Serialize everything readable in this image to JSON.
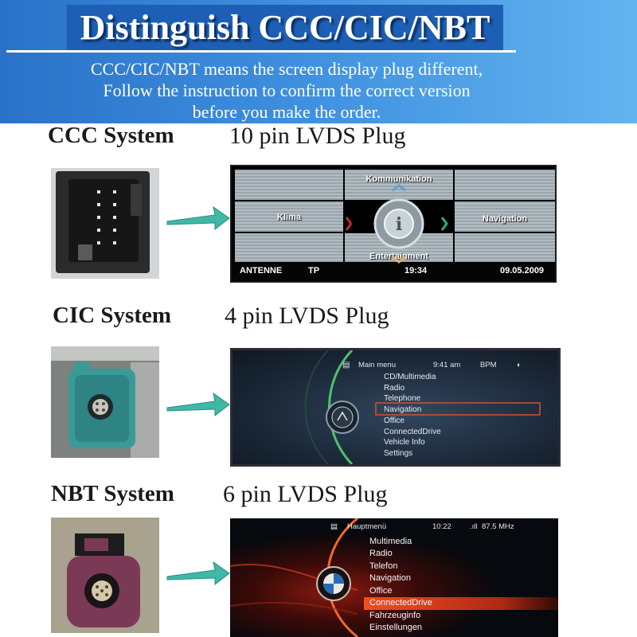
{
  "header": {
    "title": "Distinguish CCC/CIC/NBT",
    "lines": [
      "CCC/CIC/NBT means the screen display plug different,",
      "Follow the instruction to confirm the correct version",
      "before you make the order."
    ]
  },
  "sections": [
    {
      "system": "CCC System",
      "plug": "10 pin LVDS Plug"
    },
    {
      "system": "CIC System",
      "plug": "4 pin LVDS Plug"
    },
    {
      "system": "NBT System",
      "plug": "6 pin LVDS Plug"
    }
  ],
  "ccc_screen": {
    "top": "Kommunikation",
    "left": "Klima",
    "right": "Navigation",
    "bottom": "Entertainment",
    "status_left": "ANTENNE",
    "status_tp": "TP",
    "time": "19:34",
    "date": "09.05.2009"
  },
  "cic_screen": {
    "menu_title": "Main menu",
    "time": "9:41 am",
    "station": "BPM",
    "items": [
      "CD/Multimedia",
      "Radio",
      "Telephone",
      "Navigation",
      "Office",
      "ConnectedDrive",
      "Vehicle Info",
      "Settings"
    ],
    "selected": "Navigation"
  },
  "nbt_screen": {
    "menu_title": "Hauptmenü",
    "time": "10:22",
    "station": "87.5 MHz",
    "items": [
      "Multimedia",
      "Radio",
      "Telefon",
      "Navigation",
      "Office",
      "ConnectedDrive",
      "Fahrzeuginfo",
      "Einstellungen"
    ],
    "selected": "ConnectedDrive"
  },
  "colors": {
    "banner_start": "#2a72c8",
    "banner_end": "#62b4f0",
    "arrow": "#3fb8a6",
    "cic_highlight": "#d4502c",
    "nbt_highlight": "#e0461c",
    "connector_cic": "#3a9a98",
    "connector_nbt": "#7a3a55"
  },
  "icons": [
    "arrow-right-icon",
    "bmw-logo-icon",
    "info-icon",
    "antenna-signal-icon",
    "menu-icon"
  ]
}
